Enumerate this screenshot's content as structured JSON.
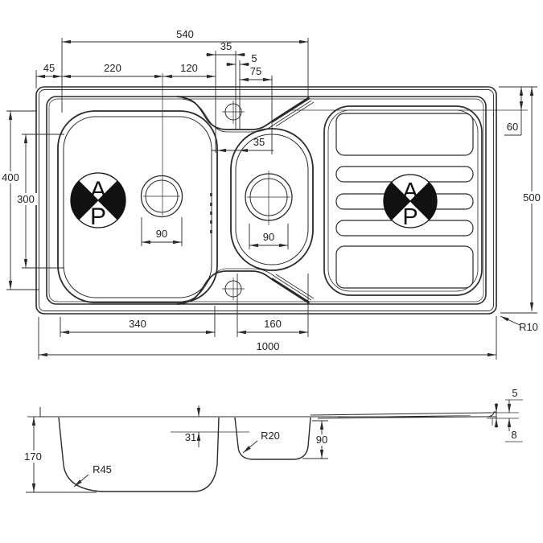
{
  "drawing": {
    "type": "sink-technical-drawing",
    "colors": {
      "line": "#2b2b2b",
      "text": "#222222",
      "background": "#ffffff"
    },
    "logo": {
      "top_letter": "A",
      "bottom_letter": "P"
    },
    "top_view": {
      "d540": "540",
      "d45": "45",
      "d220": "220",
      "d120": "120",
      "d35_tap": "35",
      "d5": "5",
      "d75": "75",
      "d35_bowl": "35",
      "d400": "400",
      "d300": "300",
      "d60": "60",
      "d500": "500",
      "d90_main": "90",
      "d90_half": "90",
      "d340": "340",
      "d160": "160",
      "d1000": "1000",
      "r10": "R10"
    },
    "side_view": {
      "d170": "170",
      "r45": "R45",
      "d31": "31",
      "r20": "R20",
      "d90": "90",
      "d5": "5",
      "d8": "8"
    }
  }
}
